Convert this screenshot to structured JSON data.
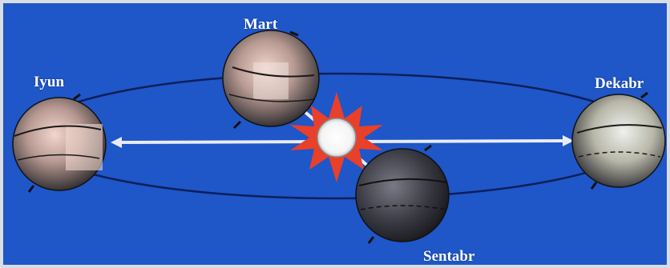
{
  "labels": {
    "mart": "Mart",
    "iyun": "Iyun",
    "dekabr": "Dekabr",
    "sentabr": "Sentabr"
  },
  "colors": {
    "background": "#1f56c8",
    "orbit": "#0d1f5a",
    "axis_line": "#e8ecf4",
    "sun_core": "#ffffff",
    "sun_flare": "#e8402a",
    "earth_dark": "#2a2a30",
    "earth_light": "#efc9b8"
  }
}
